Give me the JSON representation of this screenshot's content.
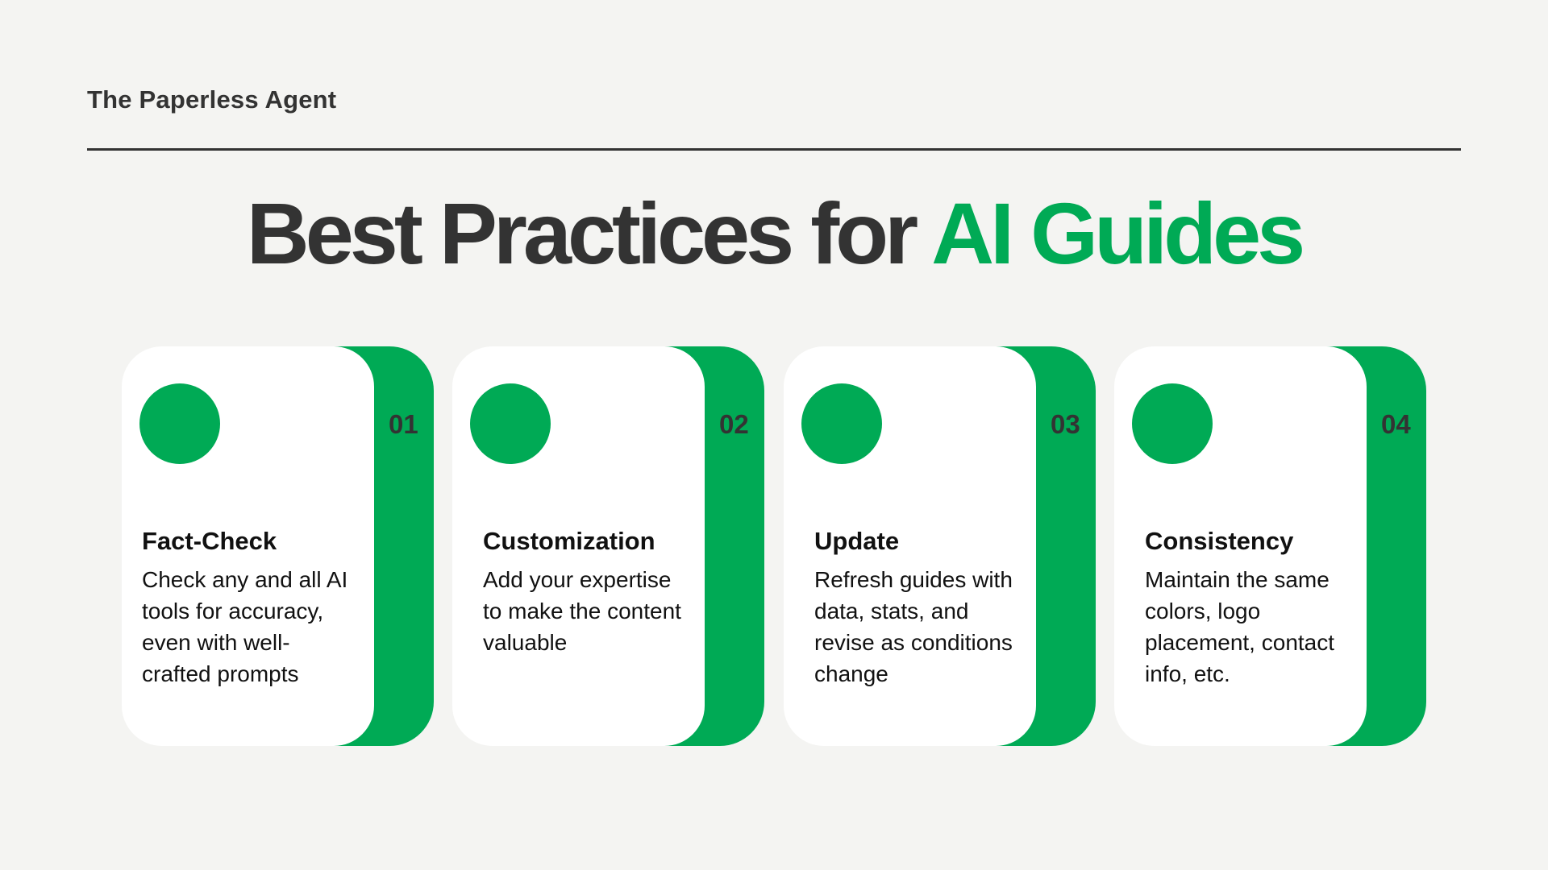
{
  "header": {
    "brand": "The Paperless Agent"
  },
  "headline": {
    "prefix": "Best Practices for ",
    "accent": "AI Guides"
  },
  "colors": {
    "accent": "#00AA55",
    "background": "#F4F4F2",
    "text": "#333333",
    "card": "#FFFFFF"
  },
  "cards": [
    {
      "number": "01",
      "title": "Fact-Check",
      "body": "Check any and all AI tools for accuracy, even with well-crafted prompts",
      "icon": "green-circle"
    },
    {
      "number": "02",
      "title": "Customization",
      "body": "Add your expertise to make the content valuable",
      "icon": "green-circle"
    },
    {
      "number": "03",
      "title": "Update",
      "body": "Refresh guides with data, stats, and revise as conditions change",
      "icon": "green-circle"
    },
    {
      "number": "04",
      "title": "Consistency",
      "body": "Maintain the same colors, logo placement, contact info, etc.",
      "icon": "green-circle"
    }
  ]
}
